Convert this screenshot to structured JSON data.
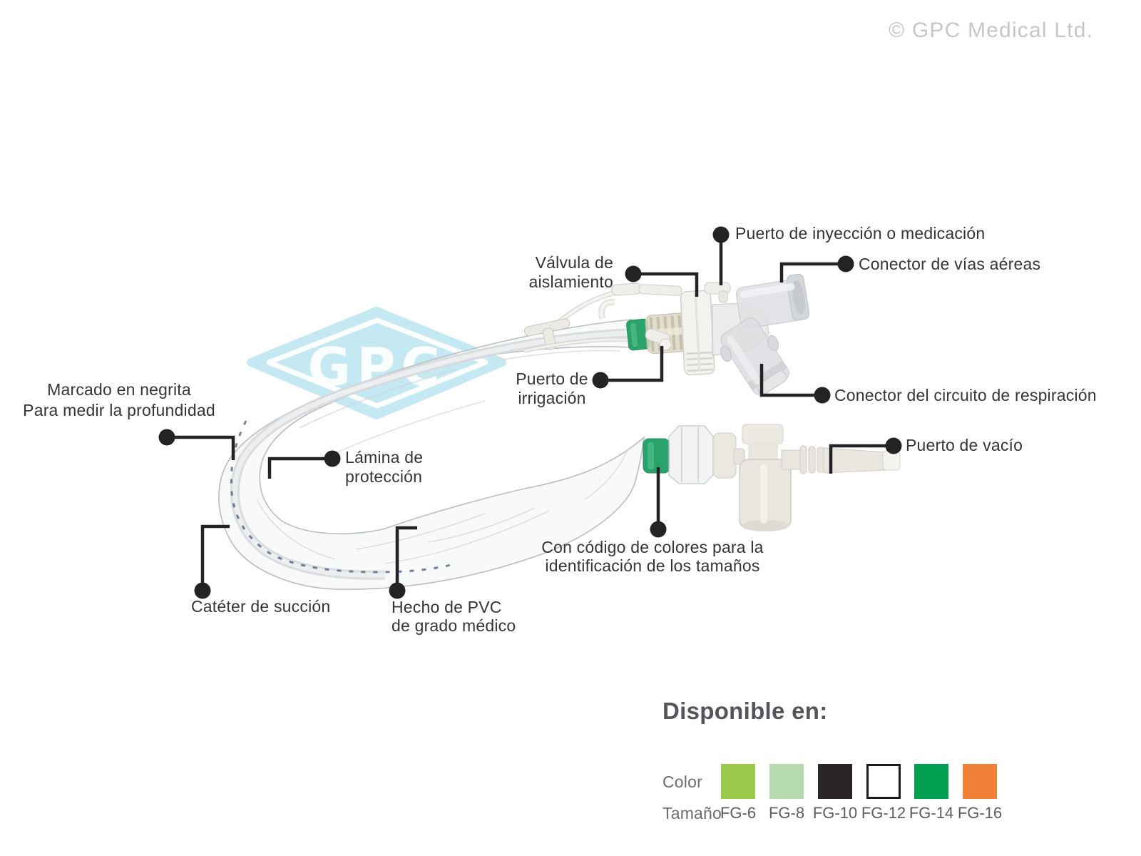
{
  "watermark": "© GPC Medical Ltd.",
  "logo": {
    "text": "GPC",
    "color": "#BEE7F2"
  },
  "callouts": {
    "injection_port": {
      "lines": [
        "Puerto de inyección o medicación"
      ]
    },
    "airway_connector": {
      "lines": [
        "Conector de vías aéreas"
      ]
    },
    "isolation_valve": {
      "lines": [
        "Válvula de",
        "aislamiento"
      ]
    },
    "irrigation_port": {
      "lines": [
        "Puerto de",
        "irrigación"
      ]
    },
    "breathing_circuit_connector": {
      "lines": [
        "Conector del circuito de respiración"
      ]
    },
    "vacuum_port": {
      "lines": [
        "Puerto de vacío"
      ]
    },
    "depth_marking": {
      "lines": [
        "Marcado en negrita",
        "Para medir la profundidad"
      ]
    },
    "protection_sheet": {
      "lines": [
        "Lámina de",
        "protección"
      ]
    },
    "suction_catheter": {
      "lines": [
        "Catéter de succión"
      ]
    },
    "medical_pvc": {
      "lines": [
        "Hecho de PVC",
        "de grado médico"
      ]
    },
    "color_coding": {
      "lines": [
        "Con código de colores para la",
        "identificación de los tamaños"
      ]
    }
  },
  "availability": {
    "title": "Disponible en:",
    "color_row_label": "Color",
    "size_row_label": "Tamaño",
    "options": [
      {
        "size": "FG-6",
        "color": "#9CCB4C",
        "border": false
      },
      {
        "size": "FG-8",
        "color": "#B5DAAE",
        "border": false
      },
      {
        "size": "FG-10",
        "color": "#2B2525",
        "border": false
      },
      {
        "size": "FG-12",
        "color": "#FFFFFF",
        "border": true
      },
      {
        "size": "FG-14",
        "color": "#00A053",
        "border": false
      },
      {
        "size": "FG-16",
        "color": "#F18137",
        "border": false
      }
    ]
  },
  "device": {
    "size_collar_color": "#2AA26B"
  }
}
